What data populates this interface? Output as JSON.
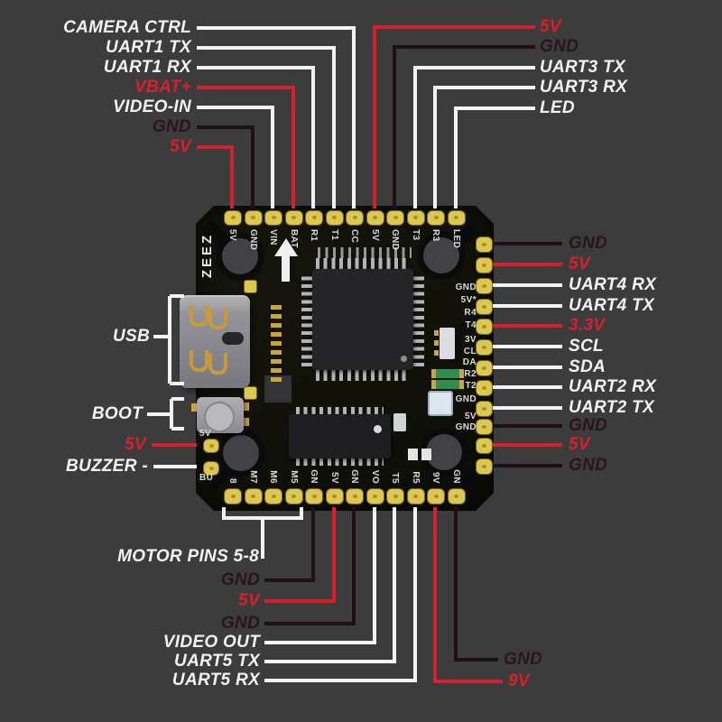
{
  "colors": {
    "background": "#3c3c3c",
    "label_white": "#f3f3f3",
    "label_red": "#d6202e",
    "label_gnd": "#29161c",
    "line_white": "#f3f3f3",
    "line_red": "#d6202e",
    "line_gnd": "#1c1216",
    "pad_yellow": "#dcc751",
    "board_black": "#14140d"
  },
  "board": {
    "brand": "ZEEZ",
    "silkscreen_top": [
      "5V",
      "GND",
      "VIN",
      "BAT",
      "R1",
      "T1",
      "CC",
      "5V",
      "GND",
      "T3",
      "R3",
      "LED"
    ],
    "silkscreen_bottom": [
      "8",
      "M7",
      "M6",
      "M5",
      "GN",
      "5V",
      "GN",
      "VO",
      "T5",
      "R5",
      "9V",
      "GN"
    ],
    "silkscreen_right": [
      "GND",
      "5V*",
      "R4",
      "T4",
      "3V",
      "CL",
      "DA",
      "R2",
      "T2",
      "GND",
      "5V",
      "GND"
    ],
    "silkscreen_left_top": "5V",
    "silkscreen_left_bottom": "BU"
  },
  "labels": {
    "top_left": [
      {
        "text": "CAMERA CTRL",
        "color": "white",
        "pin": 6
      },
      {
        "text": "UART1 TX",
        "color": "white",
        "pin": 5
      },
      {
        "text": "UART1 RX",
        "color": "white",
        "pin": 4
      },
      {
        "text": "VBAT+",
        "color": "red",
        "pin": 3
      },
      {
        "text": "VIDEO-IN",
        "color": "white",
        "pin": 2
      },
      {
        "text": "GND",
        "color": "gnd",
        "pin": 1
      },
      {
        "text": "5V",
        "color": "red",
        "pin": 0
      }
    ],
    "top_right": [
      {
        "text": "5V",
        "color": "red",
        "pin": 7
      },
      {
        "text": "GND",
        "color": "gnd",
        "pin": 8
      },
      {
        "text": "UART3 TX",
        "color": "white",
        "pin": 9
      },
      {
        "text": "UART3 RX",
        "color": "white",
        "pin": 10
      },
      {
        "text": "LED",
        "color": "white",
        "pin": 11
      }
    ],
    "right": [
      {
        "text": "GND",
        "color": "gnd"
      },
      {
        "text": "5V",
        "color": "red"
      },
      {
        "text": "UART4 RX",
        "color": "white"
      },
      {
        "text": "UART4 TX",
        "color": "white"
      },
      {
        "text": "3.3V",
        "color": "red"
      },
      {
        "text": "SCL",
        "color": "white"
      },
      {
        "text": "SDA",
        "color": "white"
      },
      {
        "text": "UART2 RX",
        "color": "white"
      },
      {
        "text": "UART2 TX",
        "color": "white"
      },
      {
        "text": "GND",
        "color": "gnd"
      },
      {
        "text": "5V",
        "color": "red"
      },
      {
        "text": "GND",
        "color": "gnd"
      }
    ],
    "left": [
      {
        "text": "USB",
        "color": "white"
      },
      {
        "text": "BOOT",
        "color": "white"
      },
      {
        "text": "5V",
        "color": "red"
      },
      {
        "text": "BUZZER -",
        "color": "white"
      }
    ],
    "motor": {
      "text": "MOTOR PINS 5-8",
      "color": "white"
    },
    "bottom": [
      {
        "text": "GND",
        "color": "gnd",
        "pin": 4
      },
      {
        "text": "5V",
        "color": "red",
        "pin": 5
      },
      {
        "text": "GND",
        "color": "gnd",
        "pin": 6
      },
      {
        "text": "VIDEO OUT",
        "color": "white",
        "pin": 7
      },
      {
        "text": "UART5 TX",
        "color": "white",
        "pin": 8
      },
      {
        "text": "UART5 RX",
        "color": "white",
        "pin": 9
      }
    ],
    "bottom_right": [
      {
        "text": "GND",
        "color": "gnd",
        "pin": 11
      },
      {
        "text": "9V",
        "color": "red",
        "pin": 10
      }
    ]
  }
}
